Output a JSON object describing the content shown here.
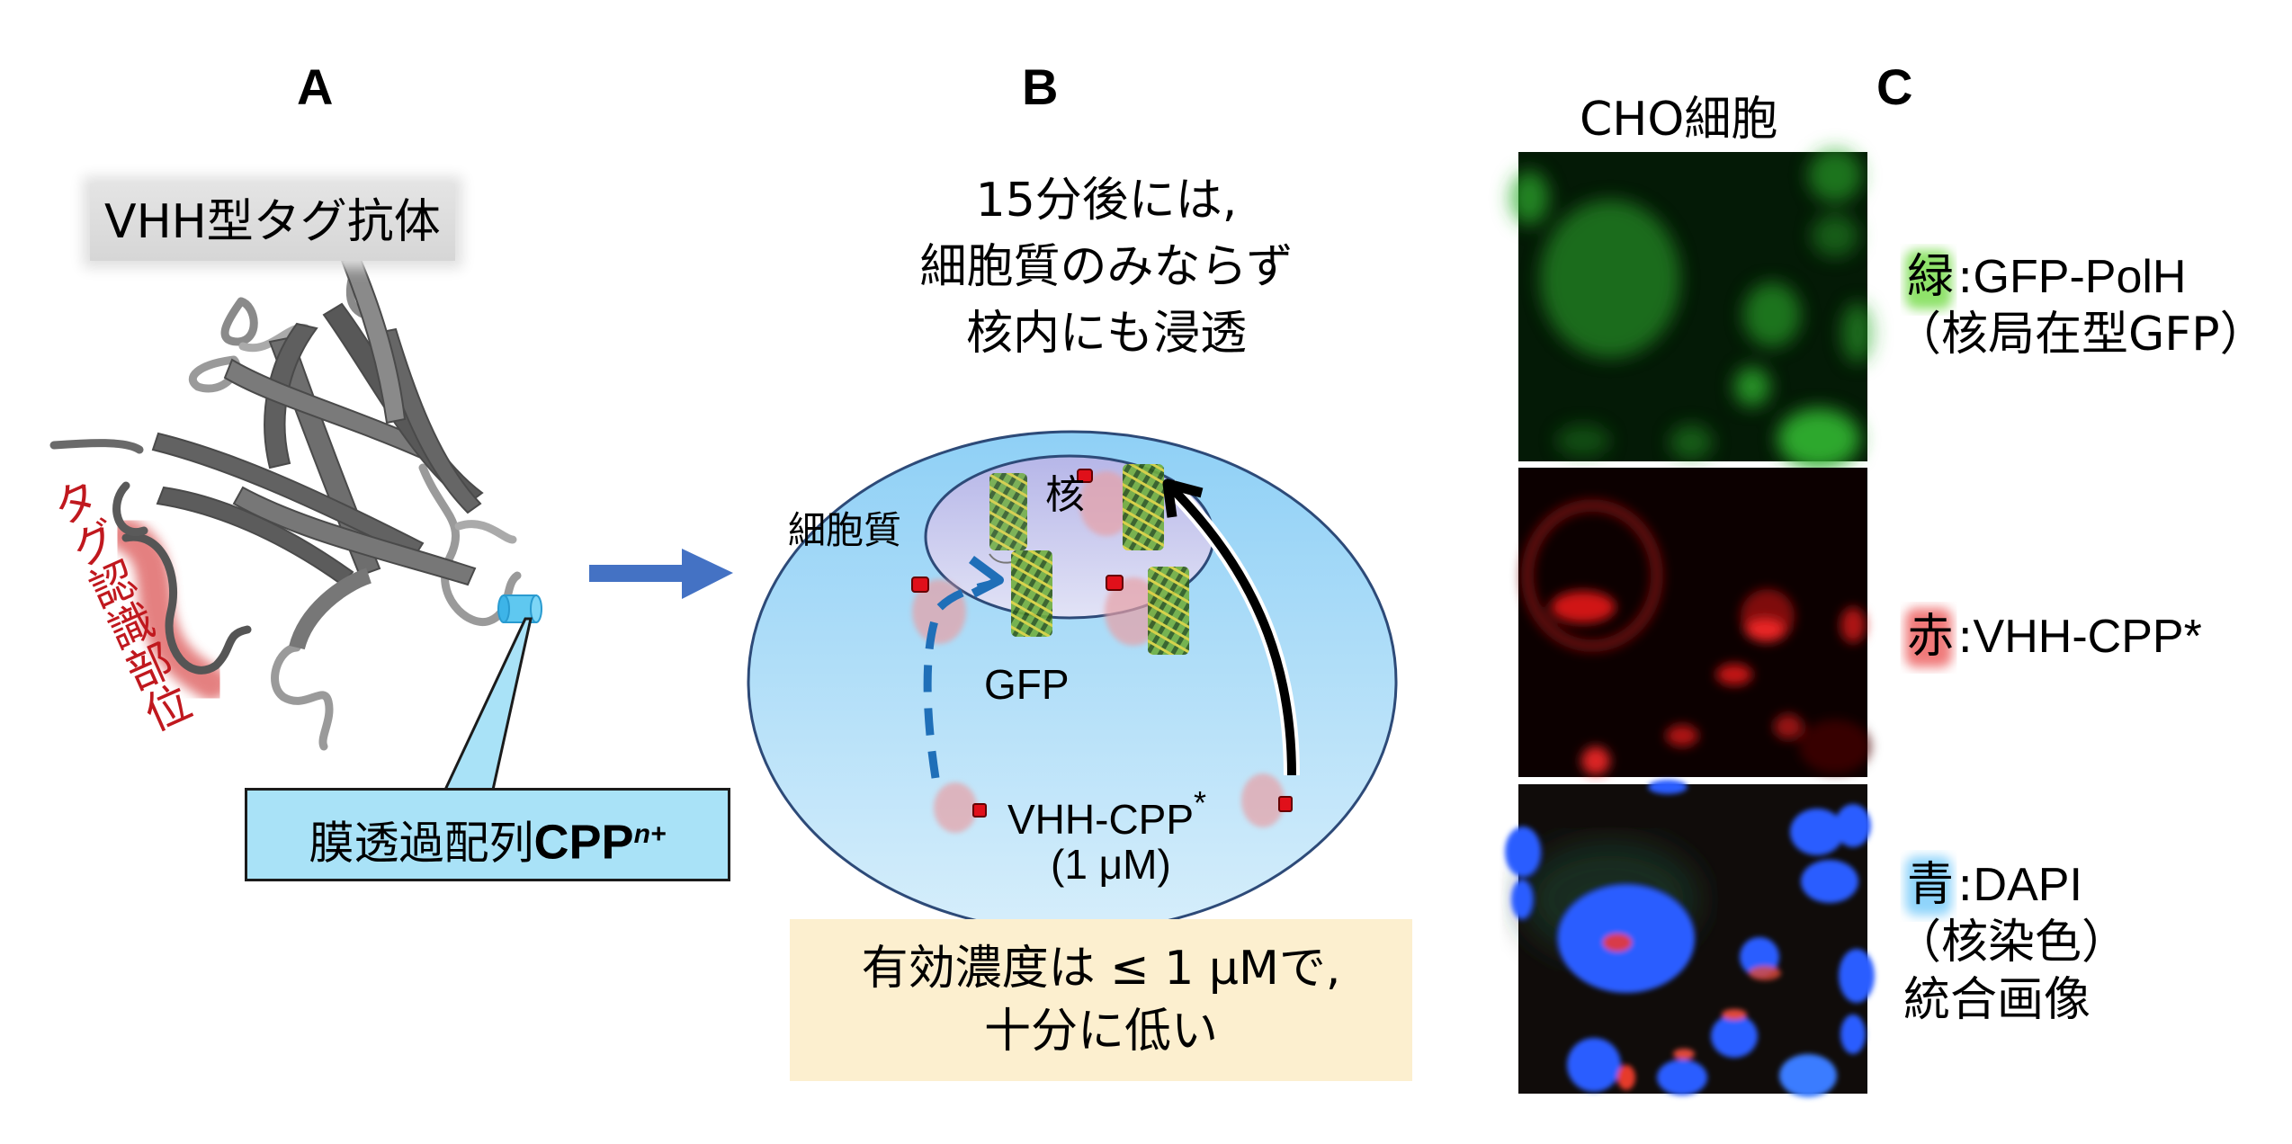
{
  "panels": {
    "a": {
      "label": "A",
      "title": "VHH型タグ抗体",
      "tag_site_label": "タグ認識部位",
      "cpp_callout": {
        "prefix": "膜透過配列",
        "name": "CPP",
        "superscript": "n+"
      }
    },
    "b": {
      "label": "B",
      "description_lines": [
        "15分後には,",
        "細胞質のみならず",
        "核内にも浸透"
      ],
      "cytoplasm_label": "細胞質",
      "nucleus_label": "核",
      "gfp_label": "GFP",
      "reagent_label": "VHH-CPP",
      "reagent_superscript": "*",
      "concentration": "(1 μM)",
      "conclusion_lines": [
        "有効濃度は ≤ 1 μMで,",
        "十分に低い"
      ]
    },
    "c": {
      "label": "C",
      "cell_line": "CHO細胞",
      "channels": [
        {
          "key": "緑",
          "separator": ":",
          "name": "GFP-PolH",
          "note": "（核局在型GFP）",
          "color": "#8fe26a",
          "image": "green-fluorescence-image"
        },
        {
          "key": "赤",
          "separator": ":",
          "name": "VHH-CPP*",
          "note": "",
          "color": "#f07a7a",
          "image": "red-fluorescence-image"
        },
        {
          "key": "青",
          "separator": ":",
          "name": "DAPI",
          "note": "（核染色）",
          "note2": "統合画像",
          "color": "#8fd4fb",
          "image": "merged-fluorescence-image"
        }
      ]
    }
  },
  "colors": {
    "arrow_blue": "#4472c4",
    "cell_fill": "#a9dcf7",
    "nucleus_fill": "#c9cbee",
    "outline": "#2d4a78",
    "dashed_arrow": "#1f6fb8",
    "tag_red": "#c0181e",
    "callout_fill": "#a9e2f7",
    "yellow_box": "#fcefcf"
  }
}
